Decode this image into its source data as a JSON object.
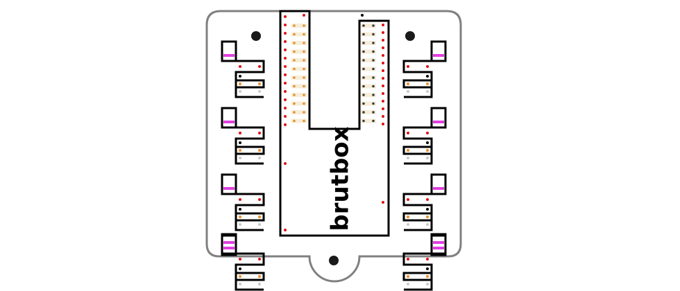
{
  "diagram": {
    "logo": {
      "text": "brutbox"
    },
    "colors": {
      "outline": "#808080",
      "board_fill": "#ffffff",
      "trace": "#000000",
      "mount_hole": "#1a1a1a",
      "dot_red": "#e01010",
      "dot_orange": "#e8902a",
      "dot_black": "#000000",
      "dot_gray": "#c8c8c8",
      "connector_magenta": "#e040e0",
      "pin_beige": "#f6ecd8"
    },
    "left_connectors": 4,
    "right_connectors": 4,
    "header_pins_per_row": 12
  }
}
